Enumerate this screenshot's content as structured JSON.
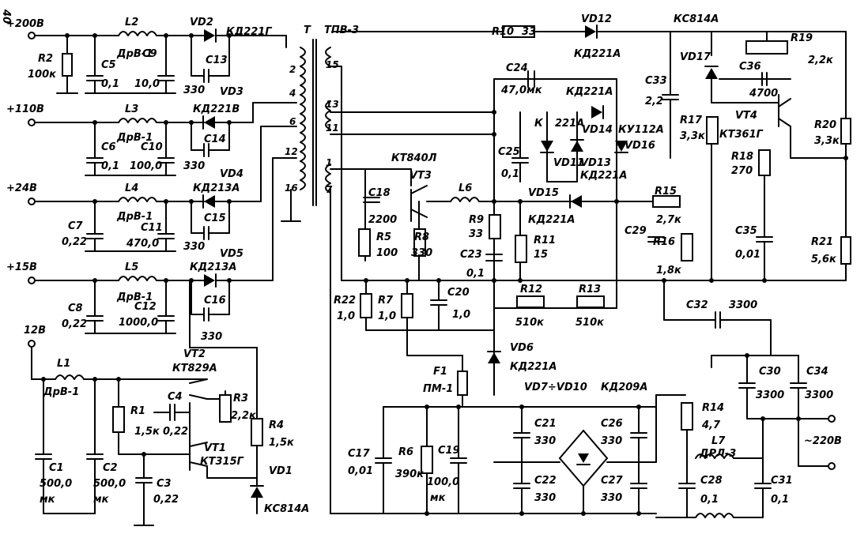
{
  "page_corner": "40",
  "transformer": {
    "ref": "T",
    "type": "ТПВ-3",
    "pins": [
      "2",
      "4",
      "6",
      "12",
      "16",
      "15",
      "13",
      "11",
      "1",
      "7"
    ]
  },
  "outputs": [
    "+200В",
    "+110В",
    "+24В",
    "+15В",
    "12В",
    "~220В"
  ],
  "chokes": [
    {
      "ref": "L2",
      "value": "ДрВ-1"
    },
    {
      "ref": "L3",
      "value": "ДрВ-1"
    },
    {
      "ref": "L4",
      "value": "ДрВ-1"
    },
    {
      "ref": "L5",
      "value": "ДрВ-1"
    },
    {
      "ref": "L1",
      "value": "ДрВ-1"
    },
    {
      "ref": "L6",
      "value": ""
    },
    {
      "ref": "L7",
      "value": "ДРЛ-3"
    }
  ],
  "diodes": [
    {
      "ref": "VD2",
      "value": "КД221Г"
    },
    {
      "ref": "VD3",
      "value": "КД221В"
    },
    {
      "ref": "VD4",
      "value": "КД213А"
    },
    {
      "ref": "VD5",
      "value": "КД213А"
    },
    {
      "ref": "VD1",
      "value": "КС814А"
    },
    {
      "ref": "VD12",
      "value": "КД221А"
    },
    {
      "ref": "VD17",
      "value": "КС814А"
    },
    {
      "ref": "VD14",
      "value": "КД221А"
    },
    {
      "ref": "VD16",
      "value": "КУ112А"
    },
    {
      "ref": "VD11",
      "value": "221А"
    },
    {
      "ref": "VD13",
      "value": "КД221А"
    },
    {
      "ref": "VD15",
      "value": "КД221А"
    },
    {
      "ref": "VD6",
      "value": "КД221А"
    },
    {
      "ref": "VD7÷VD10",
      "value": "КД209А"
    }
  ],
  "transistors": [
    {
      "ref": "VT3",
      "value": "КТ840Л"
    },
    {
      "ref": "VT2",
      "value": "КТ829А"
    },
    {
      "ref": "VT1",
      "value": "КТ315Г"
    },
    {
      "ref": "VT4",
      "value": "КТ361Г"
    }
  ],
  "resistors": [
    {
      "ref": "R2",
      "value": "100к"
    },
    {
      "ref": "R1",
      "value": "1,5к"
    },
    {
      "ref": "R3",
      "value": "2,2к"
    },
    {
      "ref": "R4",
      "value": "1,5к"
    },
    {
      "ref": "R5",
      "value": "100"
    },
    {
      "ref": "R8",
      "value": "330"
    },
    {
      "ref": "R9",
      "value": "33"
    },
    {
      "ref": "R10",
      "value": "33"
    },
    {
      "ref": "R11",
      "value": "15"
    },
    {
      "ref": "R12",
      "value": "510к"
    },
    {
      "ref": "R13",
      "value": "510к"
    },
    {
      "ref": "R22",
      "value": "1,0"
    },
    {
      "ref": "R7",
      "value": "1,0"
    },
    {
      "ref": "R6",
      "value": "390к"
    },
    {
      "ref": "R14",
      "value": "4,7"
    },
    {
      "ref": "R15",
      "value": "2,7к"
    },
    {
      "ref": "R16",
      "value": "1,8к"
    },
    {
      "ref": "R17",
      "value": "3,3к"
    },
    {
      "ref": "R18",
      "value": "270"
    },
    {
      "ref": "R19",
      "value": "2,2к"
    },
    {
      "ref": "R20",
      "value": "3,3к"
    },
    {
      "ref": "R21",
      "value": "5,6к"
    }
  ],
  "capacitors": [
    {
      "ref": "C5",
      "value": "0,1"
    },
    {
      "ref": "C9",
      "value": "10,0"
    },
    {
      "ref": "C13",
      "value": "330"
    },
    {
      "ref": "C6",
      "value": "0,1"
    },
    {
      "ref": "C10",
      "value": "100,0"
    },
    {
      "ref": "C14",
      "value": "330"
    },
    {
      "ref": "C7",
      "value": "0,22"
    },
    {
      "ref": "C11",
      "value": "470,0"
    },
    {
      "ref": "C15",
      "value": "330"
    },
    {
      "ref": "C8",
      "value": "0,22"
    },
    {
      "ref": "C12",
      "value": "1000,0"
    },
    {
      "ref": "C16",
      "value": "330"
    },
    {
      "ref": "C1",
      "value": "500,0"
    },
    {
      "ref": "C2",
      "value": "500,0"
    },
    {
      "ref": "C3",
      "value": "0,22"
    },
    {
      "ref": "C4",
      "value": "0,22"
    },
    {
      "ref": "C18",
      "value": "2200"
    },
    {
      "ref": "C23",
      "value": "0,1"
    },
    {
      "ref": "C20",
      "value": "1,0"
    },
    {
      "ref": "C24",
      "value": "47,0мк"
    },
    {
      "ref": "C25",
      "value": "0,1"
    },
    {
      "ref": "C29",
      "value": ""
    },
    {
      "ref": "C33",
      "value": "2,2"
    },
    {
      "ref": "C36",
      "value": "4700"
    },
    {
      "ref": "C35",
      "value": "0,01"
    },
    {
      "ref": "C32",
      "value": "3300"
    },
    {
      "ref": "C30",
      "value": "3300"
    },
    {
      "ref": "C34",
      "value": "3300"
    },
    {
      "ref": "C17",
      "value": "0,01"
    },
    {
      "ref": "C19",
      "value": "100,0"
    },
    {
      "ref": "C21",
      "value": "330"
    },
    {
      "ref": "C22",
      "value": "330"
    },
    {
      "ref": "C26",
      "value": "330"
    },
    {
      "ref": "C27",
      "value": "330"
    },
    {
      "ref": "C28",
      "value": "0,1"
    },
    {
      "ref": "C31",
      "value": "0,1"
    }
  ],
  "fuse": {
    "ref": "F1",
    "value": "ПМ-1"
  },
  "misc": {
    "unit_mk": "мк",
    "node_k": "К"
  }
}
